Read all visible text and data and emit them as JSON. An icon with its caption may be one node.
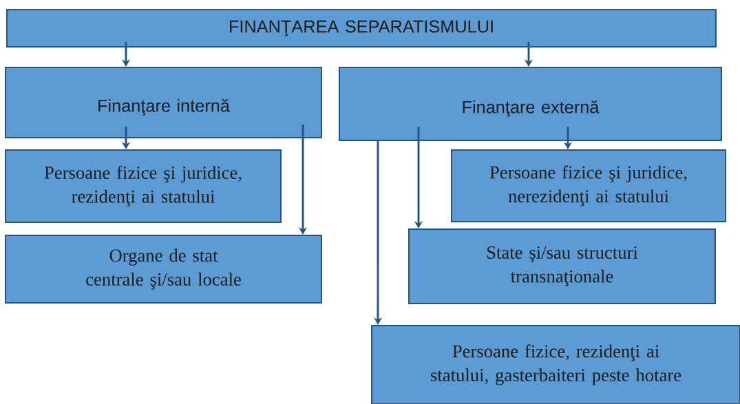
{
  "diagram": {
    "nodes": [
      {
        "text": [
          "FINANŢAREA SEPARATISMULUI"
        ]
      },
      {
        "text": [
          "Finanţare internă"
        ]
      },
      {
        "text": [
          "Finanţare externă"
        ]
      },
      {
        "text": [
          "Persoane fizice şi juridice, rezidenţi ai statului"
        ]
      },
      {
        "text": [
          "Organe de stat centrale şi/sau locale"
        ]
      },
      {
        "text": [
          "Persoane fizice şi juridice, nerezidenţi ai statului"
        ]
      },
      {
        "text": [
          "State și/sau structuri transnaţionale"
        ]
      },
      {
        "text": [
          "Persoane fizice, rezidenţi ai statului, gasterbaiteri peste hotare"
        ]
      }
    ],
    "edges": [
      {
        "from": 0,
        "to": 1,
        "arrow": "to"
      },
      {
        "from": 0,
        "to": 2,
        "arrow": "to"
      },
      {
        "from": 1,
        "to": 3,
        "arrow": "to"
      },
      {
        "from": 1,
        "to": 4,
        "arrow": "to"
      },
      {
        "from": 2,
        "to": 5,
        "arrow": "to"
      },
      {
        "from": 2,
        "to": 6,
        "arrow": "to"
      },
      {
        "from": 2,
        "to": 7,
        "arrow": "to"
      }
    ]
  }
}
